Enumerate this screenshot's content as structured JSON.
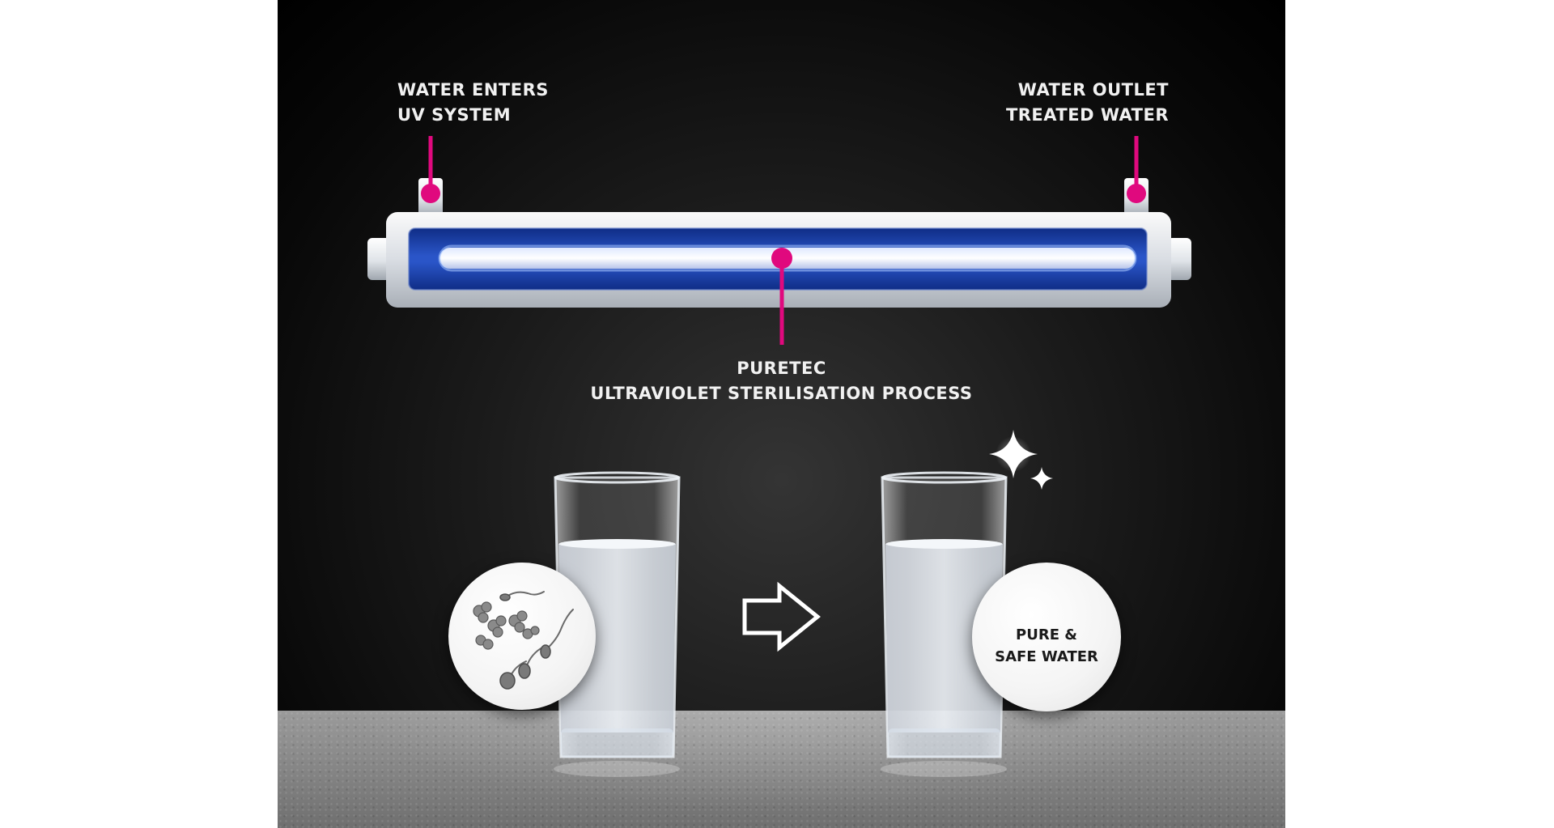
{
  "labels": {
    "inlet": [
      "WATER ENTERS",
      "UV SYSTEM"
    ],
    "outlet": [
      "WATER OUTLET",
      "TREATED WATER"
    ],
    "process": [
      "PURETEC",
      "ULTRAVIOLET STERILISATION PROCESS"
    ],
    "result": [
      "PURE &",
      "SAFE WATER"
    ]
  },
  "colors": {
    "marker": "#e0097e",
    "background": "#000000",
    "uv_glow": "#2a55c8"
  },
  "icons": {
    "arrow": "right-arrow-outline-icon",
    "sparkle": "sparkle-icon",
    "germs": "germs-icon"
  }
}
